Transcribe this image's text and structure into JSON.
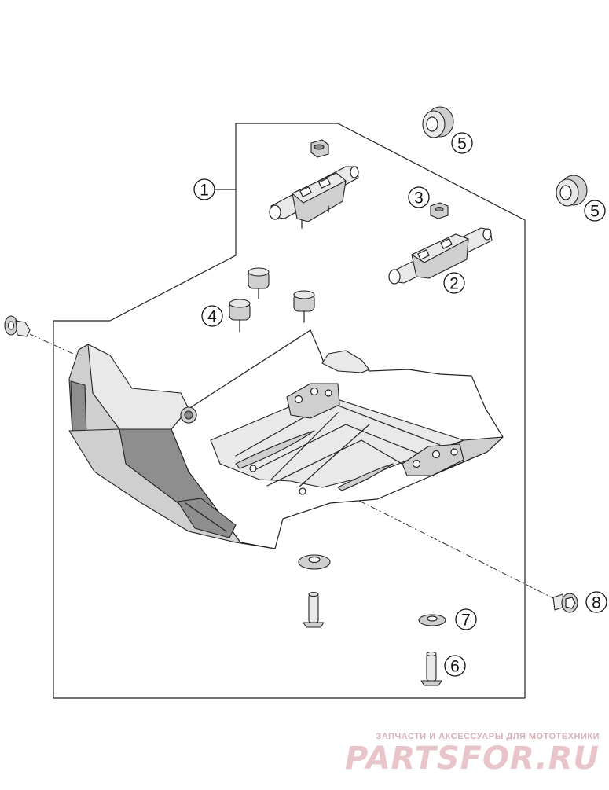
{
  "diagram": {
    "callouts": [
      {
        "id": "c1",
        "label": "1"
      },
      {
        "id": "c2",
        "label": "2"
      },
      {
        "id": "c3",
        "label": "3"
      },
      {
        "id": "c4",
        "label": "4"
      },
      {
        "id": "c5a",
        "label": "5"
      },
      {
        "id": "c5b",
        "label": "5"
      },
      {
        "id": "c6",
        "label": "6"
      },
      {
        "id": "c7",
        "label": "7"
      },
      {
        "id": "c8",
        "label": "8"
      }
    ]
  },
  "watermark": {
    "caption": "ЗАПЧАСТИ И АКСЕССУАРЫ ДЛЯ МОТОТЕХНИКИ",
    "logo": "PARTSFOR.RU"
  }
}
